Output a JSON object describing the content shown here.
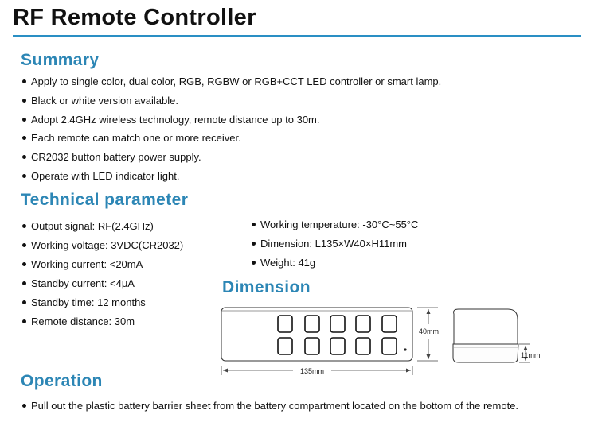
{
  "title": "RF Remote Controller",
  "sections": {
    "summary": {
      "heading": "Summary",
      "items": [
        "Apply to single color, dual color, RGB, RGBW or RGB+CCT LED controller or smart lamp.",
        "Black or white version available.",
        "Adopt 2.4GHz wireless technology, remote distance up to 30m.",
        "Each remote can match one or more receiver.",
        "CR2032 button battery power supply.",
        "Operate with LED indicator light."
      ]
    },
    "technical": {
      "heading": "Technical parameter",
      "left_items": [
        "Output signal: RF(2.4GHz)",
        "Working voltage: 3VDC(CR2032)",
        "Working current: <20mA",
        "Standby current: <4μA",
        "Standby time: 12 months",
        "Remote distance: 30m"
      ],
      "right_items": [
        "Working temperature: -30°C~55°C",
        "Dimension: L135×W40×H11mm",
        "Weight: 41g"
      ]
    },
    "dimension": {
      "heading": "Dimension",
      "length_label": "135mm",
      "width_label": "40mm",
      "height_label": "11mm"
    },
    "operation": {
      "heading": "Operation",
      "items": [
        "Pull out the plastic battery barrier sheet from the battery compartment located on the bottom of the remote."
      ]
    }
  },
  "colors": {
    "accent": "#2a8fc4",
    "heading": "#2c86b5"
  }
}
